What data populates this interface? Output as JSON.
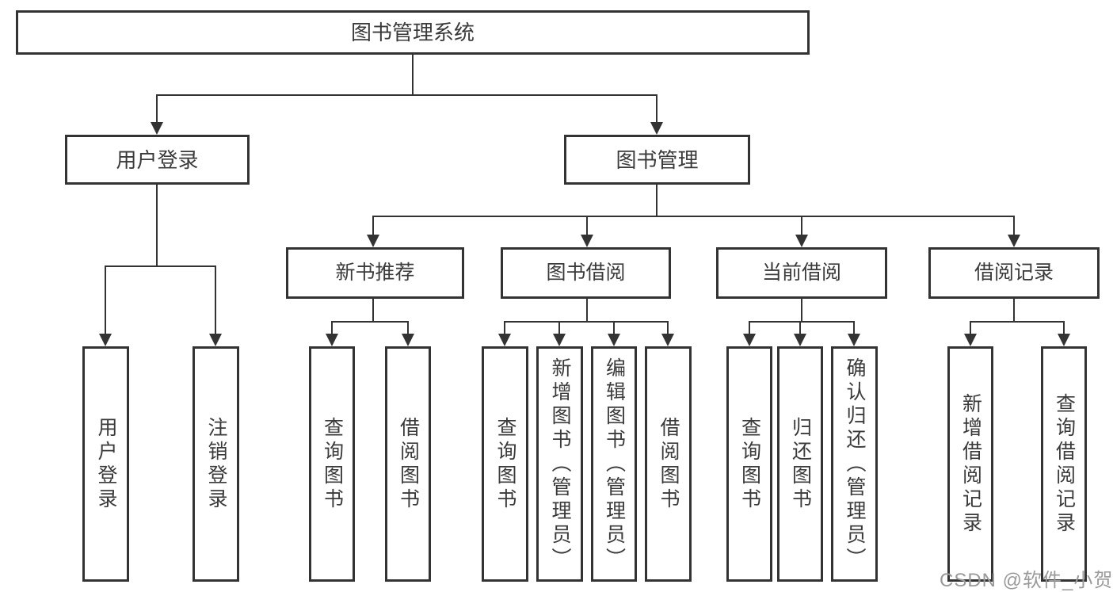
{
  "diagram": {
    "root": {
      "label": "图书管理系统",
      "children": [
        {
          "label": "用户登录",
          "children": [
            {
              "label": "用户登录"
            },
            {
              "label": "注销登录"
            }
          ]
        },
        {
          "label": "图书管理",
          "children": [
            {
              "label": "新书推荐",
              "children": [
                {
                  "label": "查询图书"
                },
                {
                  "label": "借阅图书"
                }
              ]
            },
            {
              "label": "图书借阅",
              "children": [
                {
                  "label": "查询图书"
                },
                {
                  "label": "新增图书（管理员）"
                },
                {
                  "label": "编辑图书（管理员）"
                },
                {
                  "label": "借阅图书"
                }
              ]
            },
            {
              "label": "当前借阅",
              "children": [
                {
                  "label": "查询图书"
                },
                {
                  "label": "归还图书"
                },
                {
                  "label": "确认归还（管理员）"
                }
              ]
            },
            {
              "label": "借阅记录",
              "children": [
                {
                  "label": "新增借阅记录"
                },
                {
                  "label": "查询借阅记录"
                }
              ]
            }
          ]
        }
      ]
    }
  },
  "watermark": {
    "text": "CSDN @软件_小贺同学"
  },
  "colors": {
    "line": "#333333",
    "ink": "#3a3a3a",
    "box_fill": "#ffffff",
    "watermark": "#9a9a9a",
    "background": "#ffffff"
  }
}
